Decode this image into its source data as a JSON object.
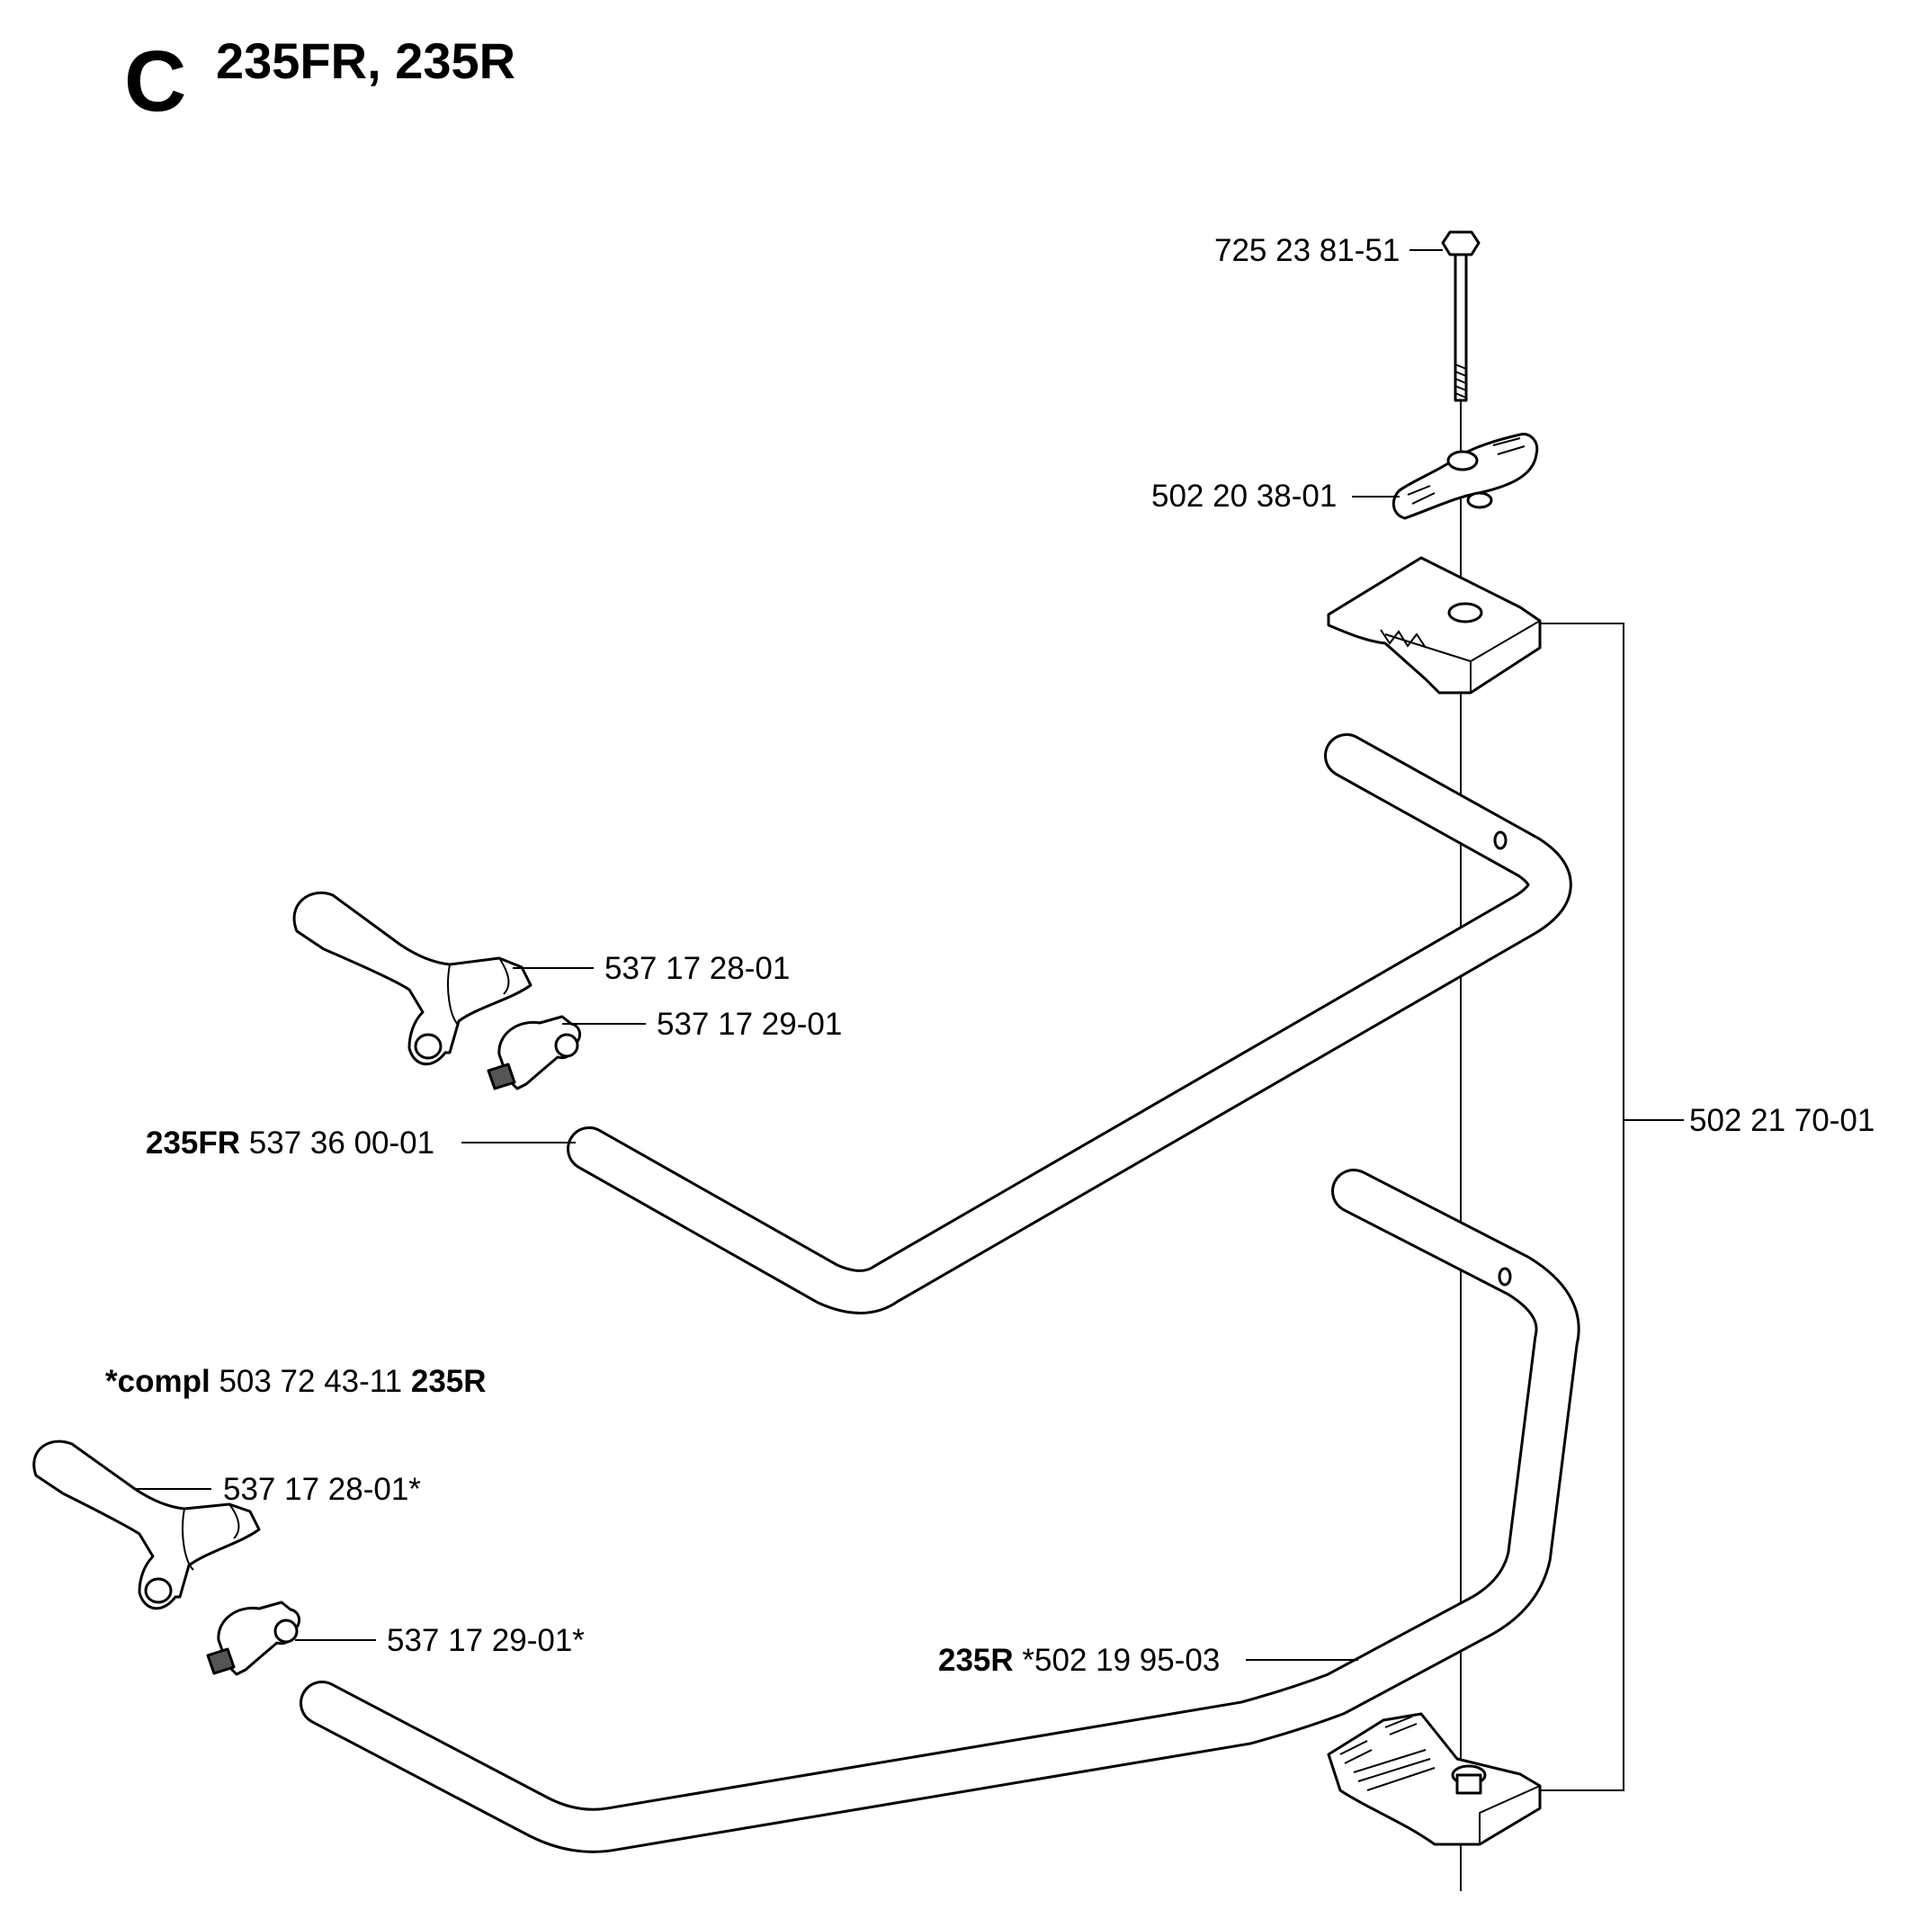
{
  "header": {
    "section_letter": "C",
    "models": "235FR, 235R"
  },
  "labels": {
    "bolt": "725 23 81-51",
    "wing_nut": "502 20 38-01",
    "handle_grip": "537 17 28-01",
    "handle_clamp": "537 17 29-01",
    "handlebar_235fr_model": "235FR",
    "handlebar_235fr_part": "537 36 00-01",
    "bracket_kit": "502 21 70-01",
    "compl_prefix": "*compl",
    "compl_part": "503 72 43-11",
    "compl_model": "235R",
    "handle_grip_star": "537 17 28-01*",
    "handle_clamp_star": "537 17 29-01*",
    "handlebar_235r_model": "235R",
    "handlebar_235r_part": "*502 19 95-03"
  }
}
